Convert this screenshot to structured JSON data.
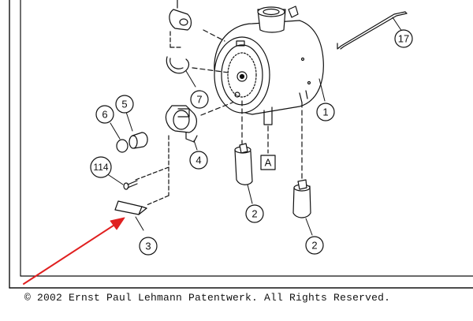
{
  "callouts": {
    "c17": "17",
    "c1": "1",
    "c7": "7",
    "c5": "5",
    "c6": "6",
    "c4": "4",
    "c114": "114",
    "cA": "A",
    "c2a": "2",
    "c2b": "2",
    "c3": "3"
  },
  "copyright": "© 2002 Ernst Paul Lehmann Patentwerk. All Rights Reserved.",
  "colors": {
    "line": "#111111",
    "arrow": "#e02020",
    "background": "#ffffff"
  }
}
